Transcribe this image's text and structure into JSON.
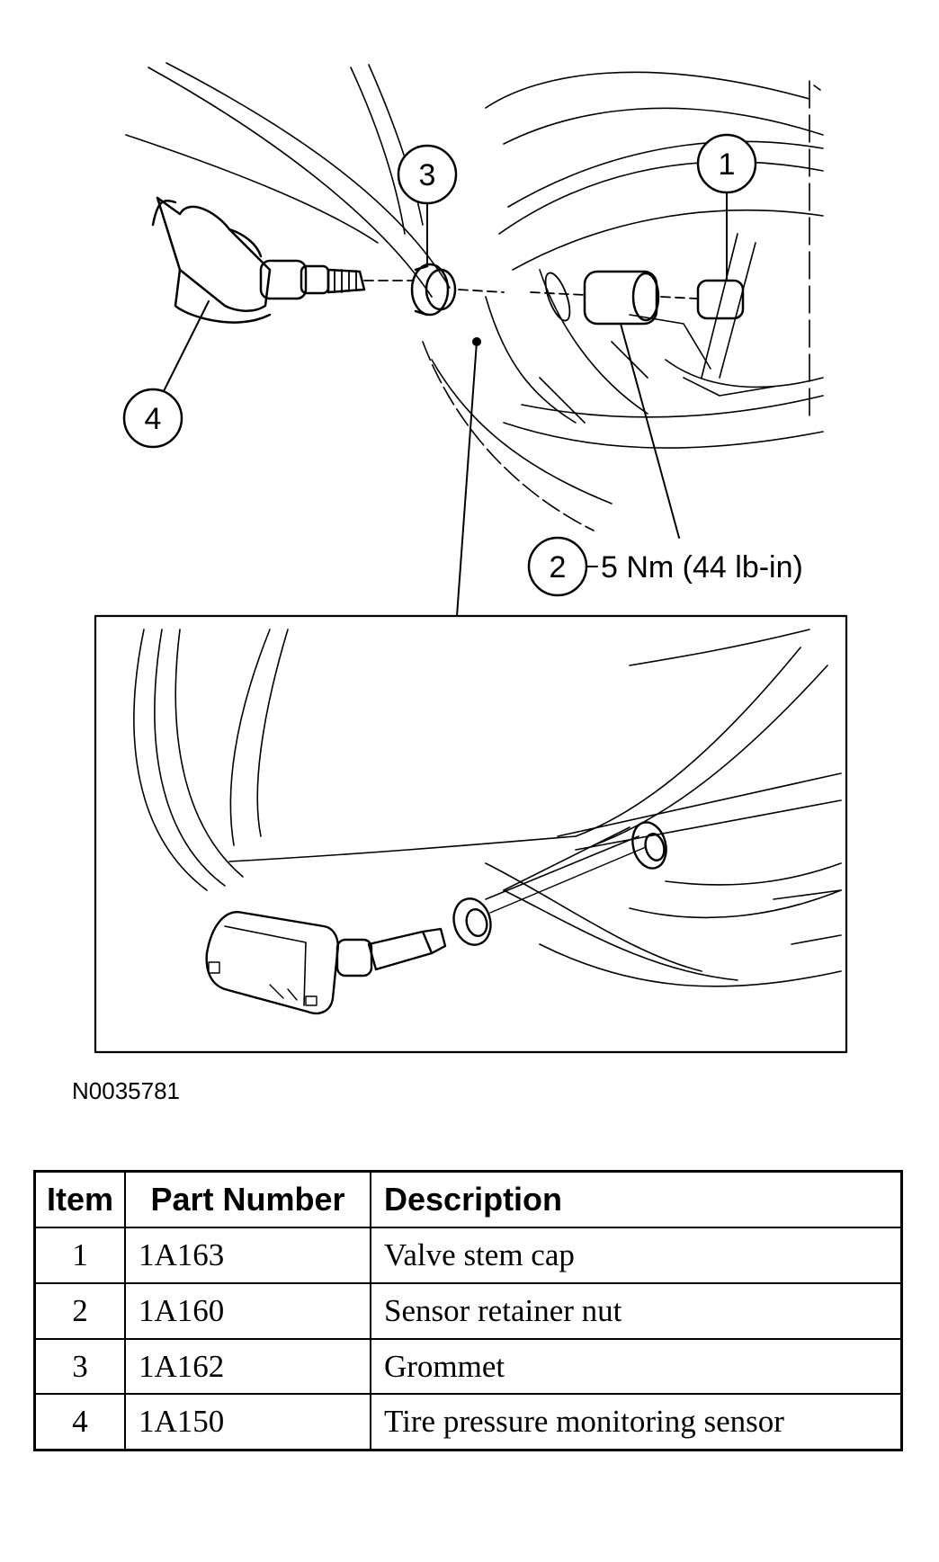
{
  "figure": {
    "callouts": [
      {
        "label": "1"
      },
      {
        "label": "2",
        "spec": "5 Nm (44 lb-in)"
      },
      {
        "label": "3"
      },
      {
        "label": "4"
      }
    ],
    "figure_id": "N0035781",
    "colors": {
      "ink": "#000000",
      "paper": "#ffffff"
    }
  },
  "parts_table": {
    "headers": {
      "item": "Item",
      "part_number": "Part Number",
      "description": "Description"
    },
    "rows": [
      {
        "item": "1",
        "part_number": "1A163",
        "description": "Valve stem cap"
      },
      {
        "item": "2",
        "part_number": "1A160",
        "description": "Sensor retainer nut"
      },
      {
        "item": "3",
        "part_number": "1A162",
        "description": "Grommet"
      },
      {
        "item": "4",
        "part_number": "1A150",
        "description": "Tire pressure monitoring sensor"
      }
    ]
  }
}
